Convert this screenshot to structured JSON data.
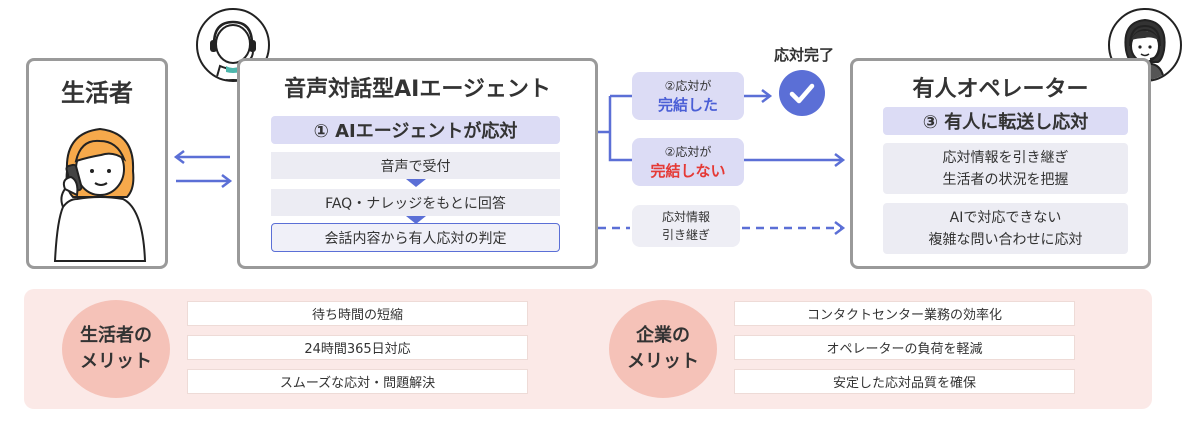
{
  "consumer": {
    "title": "生活者"
  },
  "ai_agent": {
    "title": "音声対話型AIエージェント",
    "header": "① AIエージェントが応対",
    "steps": [
      "音声で受付",
      "FAQ・ナレッジをもとに回答",
      "会話内容から有人応対の判定"
    ]
  },
  "branches": {
    "resolved": {
      "line1": "②応対が",
      "line2": "完結した"
    },
    "unresolved": {
      "line1": "②応対が",
      "line2": "完結しない"
    },
    "handover": {
      "line1": "応対情報",
      "line2": "引き継ぎ"
    }
  },
  "completion": {
    "label": "応対完了"
  },
  "operator": {
    "title": "有人オペレーター",
    "header": "③ 有人に転送し応対",
    "box1": {
      "line1": "応対情報を引き継ぎ",
      "line2": "生活者の状況を把握"
    },
    "box2": {
      "line1": "AIで対応できない",
      "line2": "複雑な問い合わせに応対"
    }
  },
  "benefits": {
    "consumer": {
      "line1": "生活者の",
      "line2": "メリット",
      "items": [
        "待ち時間の短縮",
        "24時間365日対応",
        "スムーズな応対・問題解決"
      ]
    },
    "company": {
      "line1": "企業の",
      "line2": "メリット",
      "items": [
        "コンタクトセンター業務の効率化",
        "オペレーターの負荷を軽減",
        "安定した応対品質を確保"
      ]
    }
  },
  "colors": {
    "accent": "#5b6fd6",
    "alert": "#e53935",
    "benefit_bg": "#fbe9e7",
    "benefit_circle": "#f5c2b8"
  },
  "icons": [
    "headset-robot-icon",
    "consumer-on-phone-icon",
    "operator-with-headset-icon",
    "check-icon"
  ]
}
